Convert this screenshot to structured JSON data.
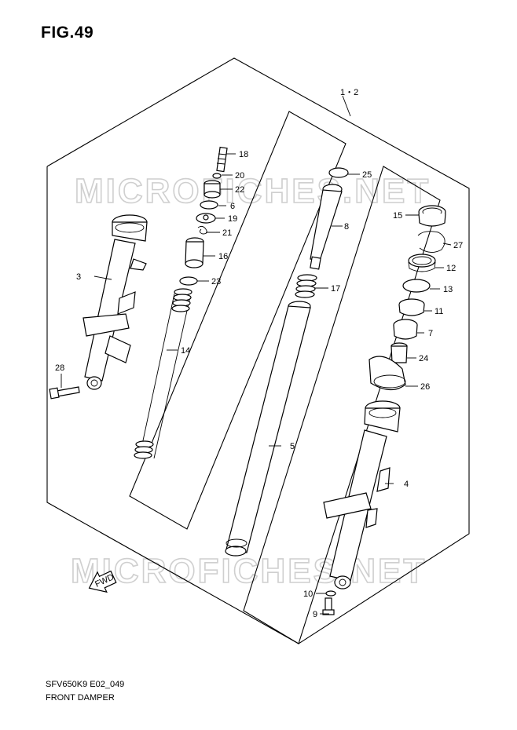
{
  "figure": {
    "title": "FIG.49",
    "code": "SFV650K9 E02_049",
    "name": "FRONT DAMPER"
  },
  "watermark": "MICROFICHES.NET",
  "fwd_label": "FWD",
  "callouts": {
    "c12": "1・2",
    "c3": "3",
    "c4": "4",
    "c5": "5",
    "c6": "6",
    "c7": "7",
    "c8": "8",
    "c9": "9",
    "c10": "10",
    "c11": "11",
    "c12b": "12",
    "c13": "13",
    "c14": "14",
    "c15": "15",
    "c16": "16",
    "c17": "17",
    "c18": "18",
    "c19": "19",
    "c20": "20",
    "c21": "21",
    "c22": "22",
    "c23": "23",
    "c24": "24",
    "c25": "25",
    "c26": "26",
    "c27": "27",
    "c28": "28"
  }
}
